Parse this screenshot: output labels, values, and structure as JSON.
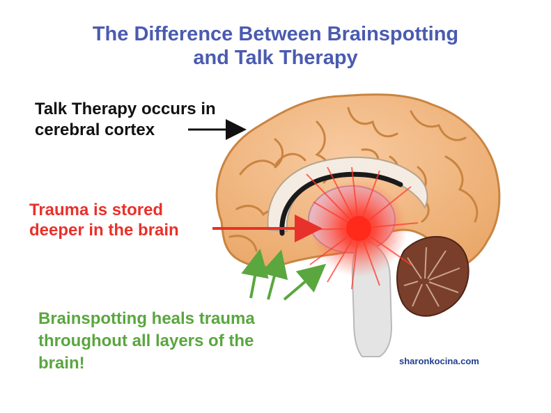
{
  "title": {
    "line1": "The Difference Between Brainspotting",
    "line2": "and Talk Therapy"
  },
  "labels": {
    "talk_therapy_1": "Talk Therapy occurs in",
    "talk_therapy_2": "cerebral cortex",
    "trauma_1": "Trauma is stored",
    "trauma_2": "deeper in the brain",
    "brainspotting_1": "Brainspotting heals trauma",
    "brainspotting_2": "throughout all layers of the",
    "brainspotting_3": "brain!"
  },
  "credit": "sharonkocina.com",
  "colors": {
    "title": "#4a5bb0",
    "talk_therapy": "#111111",
    "trauma": "#e8312a",
    "brainspotting": "#5aa63f",
    "cortex": "#f2b679",
    "cortex_edge": "#c98440",
    "cerebellum": "#7a3f2b",
    "brainstem": "#e4e4e4"
  },
  "icons": {
    "brain": "brain-sagittal-illustration",
    "burst": "trauma-burst",
    "arrows": [
      "arrow-right",
      "arrow-right",
      "arrow-up",
      "arrow-up",
      "arrow-up-right"
    ]
  }
}
